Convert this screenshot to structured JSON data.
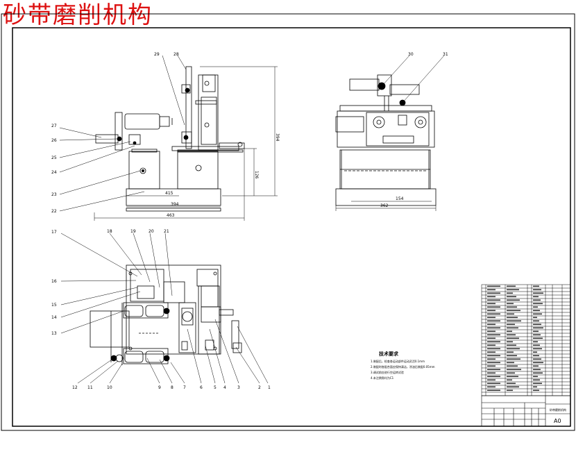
{
  "drawing": {
    "title": "砂带磨削机构",
    "front_view_balloons": [
      "29",
      "28",
      "27",
      "26",
      "25",
      "24",
      "23",
      "22"
    ],
    "side_view_balloons": [
      "30",
      "31"
    ],
    "plan_view_balloons_left": [
      "17",
      "16",
      "15",
      "14",
      "13"
    ],
    "plan_view_balloons_top": [
      "18",
      "19",
      "20",
      "21"
    ],
    "plan_view_balloons_bottom": [
      "12",
      "11",
      "10",
      "9",
      "8",
      "7",
      "6",
      "5",
      "4",
      "3",
      "2",
      "1"
    ],
    "dimensions": {
      "front_overall_width": "463",
      "front_base_width": "394",
      "front_inner_width": "415",
      "front_height": "394",
      "front_side_height": "126",
      "side_width": "362",
      "side_inner_width": "154"
    },
    "tech_requirements": {
      "title": "技术要求",
      "lines": [
        "1.装配后，检查各运动部件运动灵活0.1mm",
        "2.装配时各配合面应保持清洁，涂油后装配0.05mm",
        "3.调试前应进行空运转试验",
        "4.未注倒角均为C1"
      ]
    },
    "title_block": {
      "sheet_size": "A0",
      "name_label": "砂带磨削机构"
    }
  }
}
